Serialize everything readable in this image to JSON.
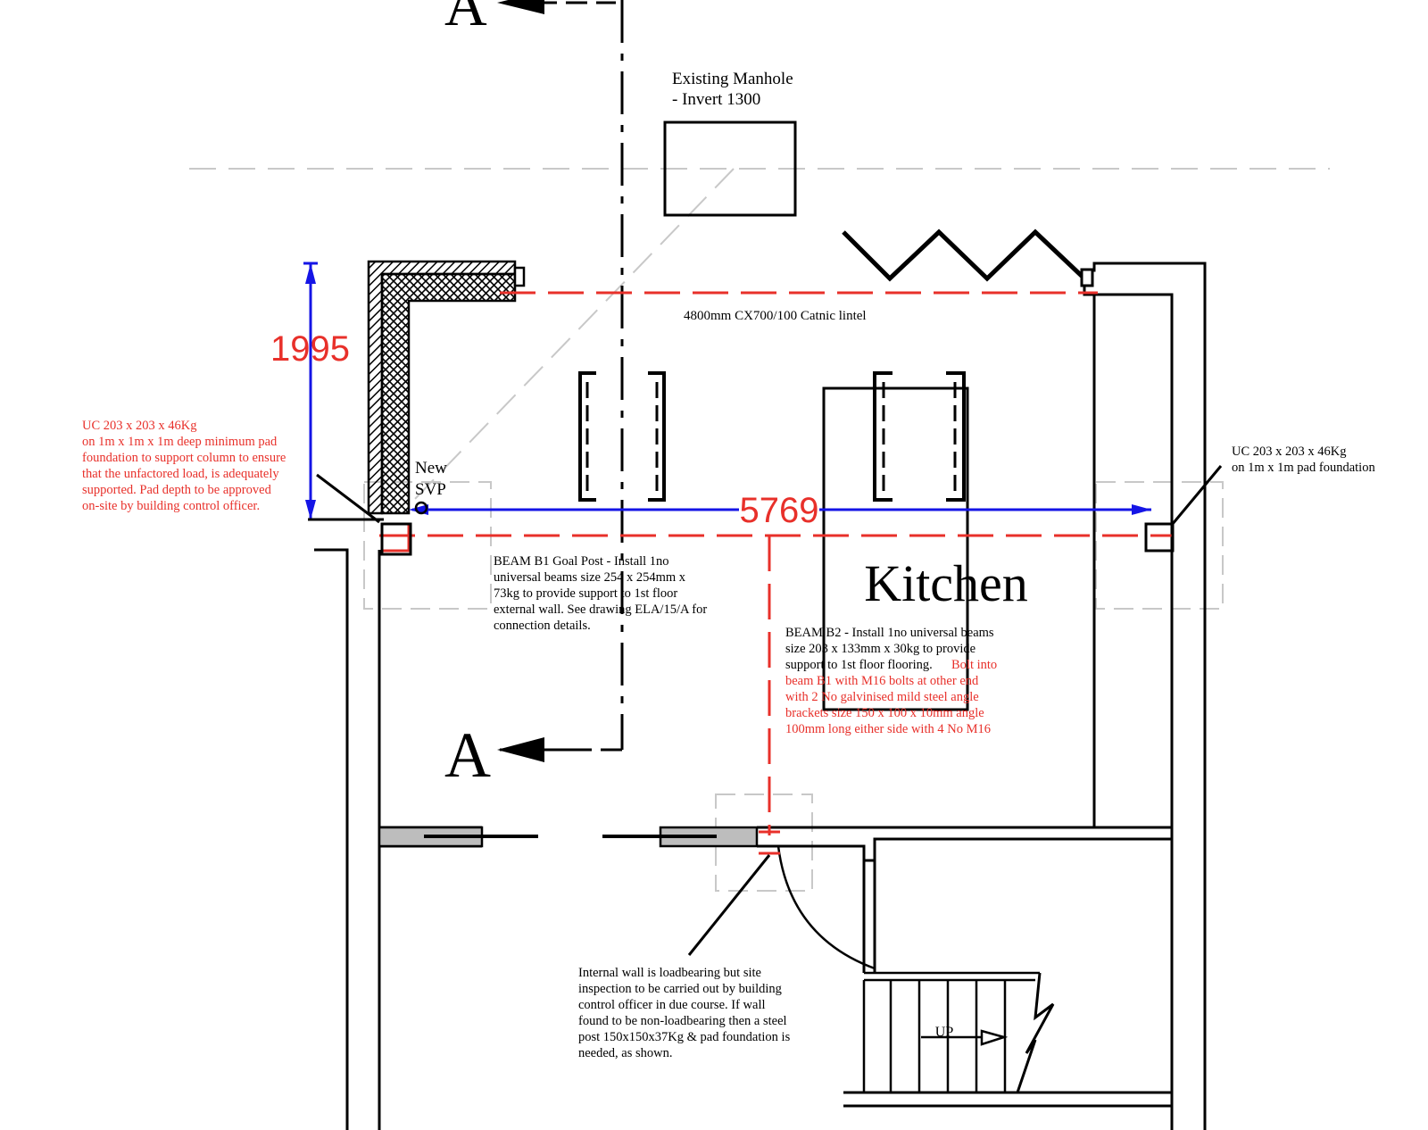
{
  "colors": {
    "line": "#000000",
    "beam_red": "#e8302a",
    "dimension_blue": "#1515e6",
    "guide_grey": "#c8c8c8"
  },
  "section_markers": {
    "top_letter": "A",
    "bottom_letter": "A"
  },
  "manhole": {
    "line1": "Existing Manhole",
    "line2": "- Invert 1300"
  },
  "lintel_label": "4800mm CX700/100 Catnic lintel",
  "dimensions": {
    "vertical": "1995",
    "horizontal": "5769"
  },
  "svp": {
    "line1": "New",
    "line2": "SVP"
  },
  "room_label": "Kitchen",
  "column_note_left": [
    "UC 203 x 203 x 46Kg",
    "on 1m x 1m x 1m deep minimum pad",
    "foundation to support column to ensure",
    "that the unfactored load, is adequately",
    "supported. Pad depth to be approved",
    "on-site by building control officer."
  ],
  "column_note_right": [
    "UC 203 x 203 x 46Kg",
    "on 1m x 1m pad foundation"
  ],
  "beam_b1_note": [
    "BEAM B1 Goal Post - Install 1no",
    "universal beams size 254 x 254mm x",
    "73kg to provide support to 1st floor",
    "external wall. See drawing ELA/15/A for",
    "connection details."
  ],
  "beam_b2_note_black": [
    "BEAM B2 - Install 1no universal beams",
    "size 203 x 133mm x 30kg to provide",
    "support to 1st floor flooring."
  ],
  "beam_b2_note_red_first": "Bolt into",
  "beam_b2_note_red": [
    "beam B1 with M16 bolts at other end",
    "with 2 No galvinised mild steel angle",
    "brackets size 150 x 100 x 10mm angle",
    "100mm long either side with 4 No M16"
  ],
  "internal_wall_note": [
    "Internal wall is loadbearing but site",
    "inspection to be carried out by building",
    "control officer in due course. If wall",
    "found to be non-loadbearing then a steel",
    "post 150x150x37Kg & pad foundation is",
    "needed, as shown."
  ],
  "stair_label": "UP"
}
